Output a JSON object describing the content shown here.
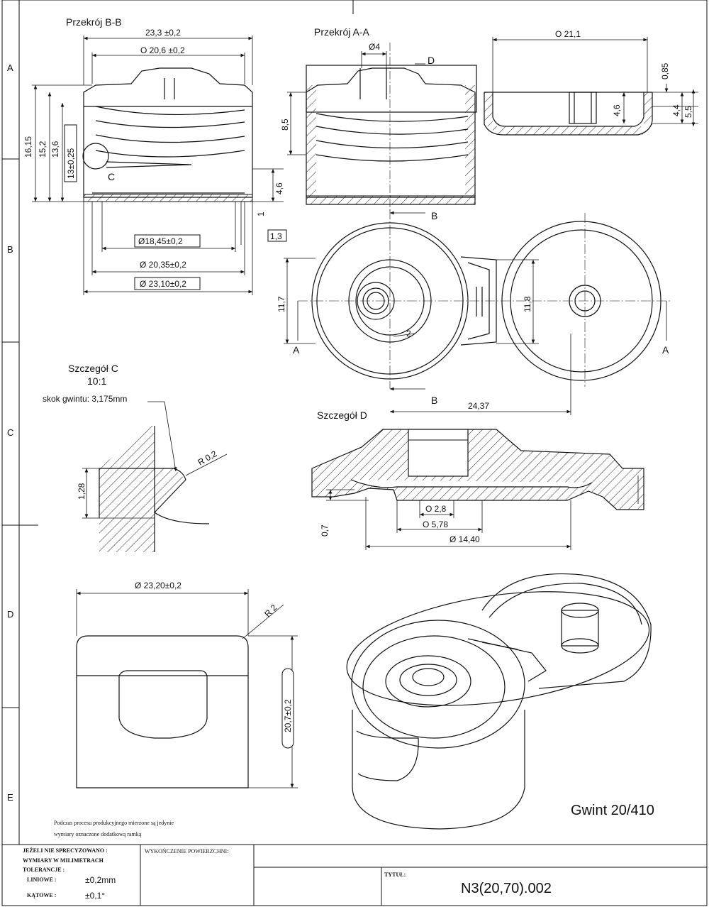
{
  "zones": [
    "A",
    "B",
    "C",
    "D",
    "E"
  ],
  "views": {
    "section_bb": {
      "title": "Przekrój B-B",
      "dims": {
        "overall_width": "23,3 ±0,2",
        "inner_diameter_top": "O 20,6 ±0,2",
        "h1": "16,15",
        "h2": "15,2",
        "h3": "13,6",
        "h4": "13±0,25",
        "h5": "4,6",
        "h6": "1",
        "h7": "1,3",
        "d1": "Ø18,45±0,2",
        "d2": "Ø 20,35±0,2",
        "d3": "Ø 23,10±0,2"
      },
      "detail_marker": "C"
    },
    "section_aa": {
      "title": "Przekrój A-A",
      "dims": {
        "hole": "Ø4",
        "height": "8,5"
      },
      "detail_marker": "D"
    },
    "top_right_section": {
      "dims": {
        "diameter": "O 21,1",
        "h1": "0,85",
        "h2": "4,6",
        "h3": "4,4",
        "h4": "5,5"
      }
    },
    "top_view": {
      "dims": {
        "left_height": "11,7",
        "right_height": "11,8",
        "radius": "2",
        "offset": "24,37"
      },
      "markers": {
        "section_b": "B",
        "section_a": "A"
      }
    },
    "detail_c": {
      "title": "Szczegół C",
      "scale": "10:1",
      "note": "skok gwintu: 3,175mm",
      "dims": {
        "radius": "R 0,2",
        "height": "1,28"
      }
    },
    "detail_d": {
      "title": "Szczegół D",
      "dims": {
        "d1": "O 2,8",
        "d2": "O 5,78",
        "d3": "Ø 14,40",
        "h": "0,7"
      }
    },
    "side_view": {
      "dims": {
        "diameter": "Ø 23,20±0,2",
        "radius": "R 2",
        "height": "20,7±0,2"
      }
    },
    "iso_view": {
      "label": "Gwint 20/410"
    }
  },
  "notes": {
    "production": "Podczas procesu produkcyjnego mierzone są jedynie",
    "production2": "wymiary oznaczone dodatkową ramką"
  },
  "title_block": {
    "tolerance_header1": "JEŻELI NIE SPRECYZOWANO :",
    "tolerance_header2": "WYMIARY W MILIMETRACH",
    "tolerance_header3": "TOLERANCJE :",
    "linear_label": "LINIOWE :",
    "linear_value": "±0,2mm",
    "angular_label": "KĄTOWE :",
    "angular_value": "±0,1°",
    "finish_label": "WYKOŃCZENIE POWIERZCHNI:",
    "title_label": "TYTUŁ:",
    "drawing_number": "N3(20,70).002"
  }
}
